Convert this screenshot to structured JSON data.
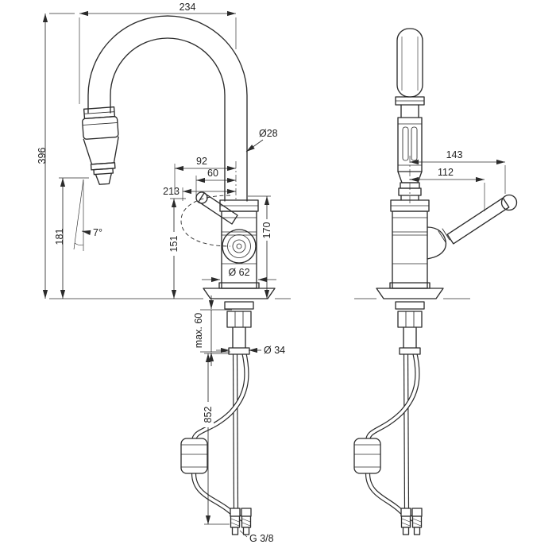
{
  "drawing": {
    "background": "#ffffff",
    "line_color": "#2b2b2b",
    "views": {
      "front": {
        "dimensions": {
          "overall_width": "234",
          "overall_height": "396",
          "spray_outlet_height": "181",
          "spout_tube_diameter": "Ø28",
          "reach_a": "92",
          "reach_b": "60",
          "reach_c": "213",
          "spout_height": "170",
          "handle_height": "151",
          "body_diameter": "Ø 62",
          "spray_angle": "7°",
          "max_deck_thickness": "max. 60",
          "hole_diameter": "Ø 34",
          "hose_length": "852",
          "connection_thread": "G 3/8"
        }
      },
      "side": {
        "dimensions": {
          "handle_reach": "143",
          "lever_reach": "112"
        }
      }
    }
  }
}
